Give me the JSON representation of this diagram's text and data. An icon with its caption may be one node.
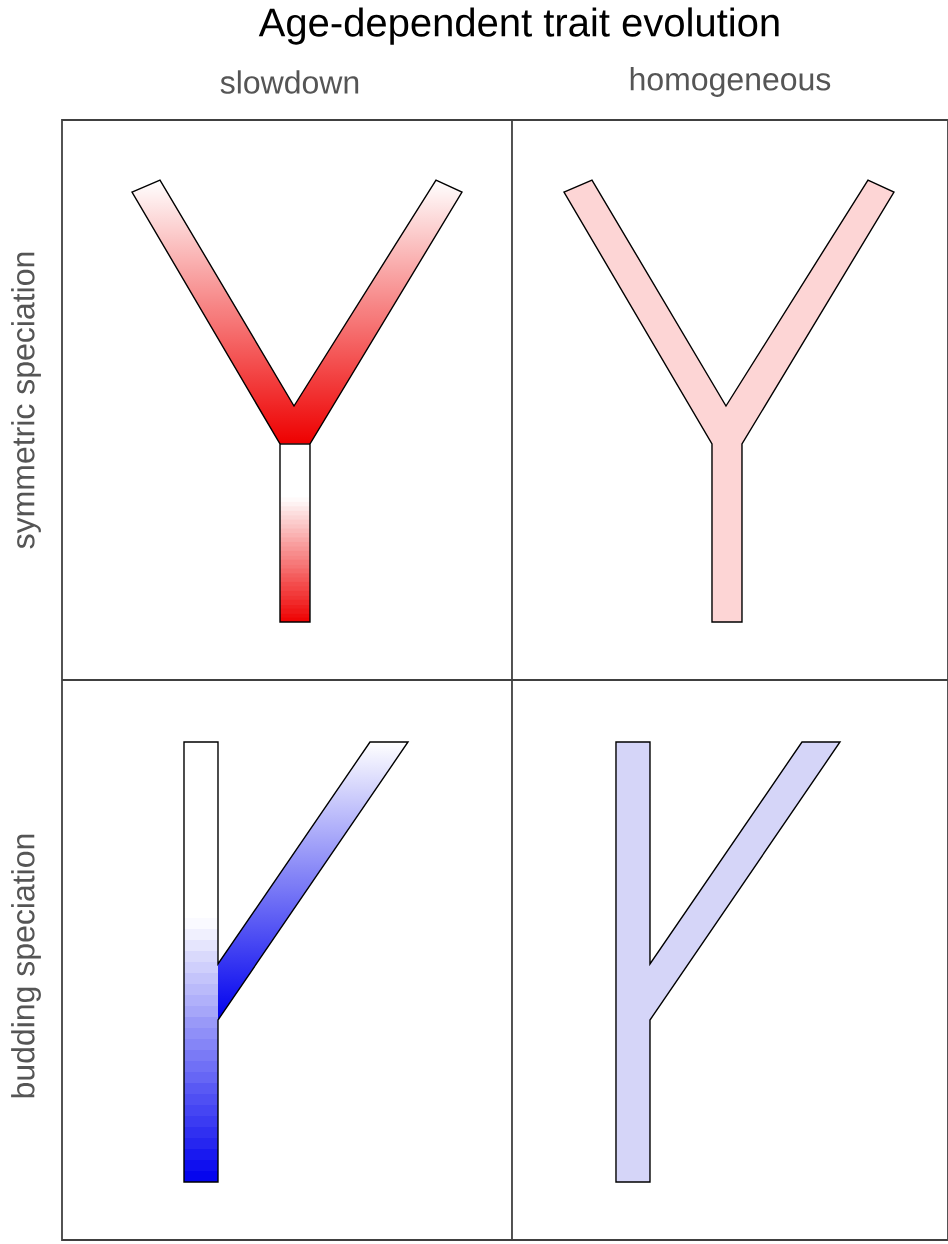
{
  "diagram": {
    "title": "Age-dependent trait evolution",
    "labels": [
      "slowdown",
      "homogeneous",
      "symmetric speciation",
      "budding speciation"
    ]
  }
}
